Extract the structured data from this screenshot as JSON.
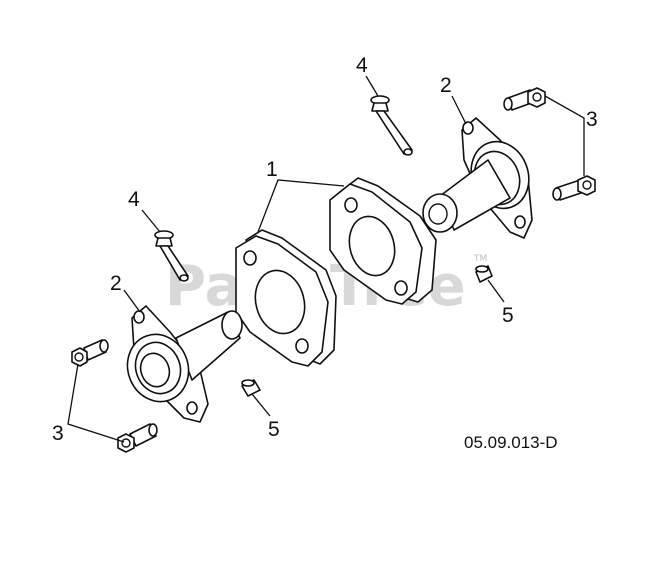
{
  "diagram": {
    "document_number": "05.09.013-D",
    "watermark": "PartsTree",
    "watermark_mark": "TM",
    "callouts": [
      {
        "id": "callout-1",
        "label": "1"
      },
      {
        "id": "callout-2-left",
        "label": "2"
      },
      {
        "id": "callout-2-right",
        "label": "2"
      },
      {
        "id": "callout-3-left",
        "label": "3"
      },
      {
        "id": "callout-3-right",
        "label": "3"
      },
      {
        "id": "callout-4-left",
        "label": "4"
      },
      {
        "id": "callout-4-right",
        "label": "4"
      },
      {
        "id": "callout-5-left",
        "label": "5"
      },
      {
        "id": "callout-5-right",
        "label": "5"
      }
    ]
  }
}
